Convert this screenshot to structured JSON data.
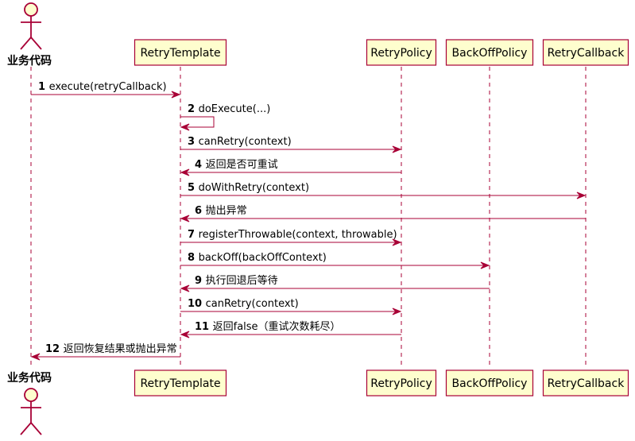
{
  "diagram": {
    "type": "sequence",
    "participants": [
      {
        "id": "biz",
        "label": "业务代码",
        "kind": "actor"
      },
      {
        "id": "template",
        "label": "RetryTemplate",
        "kind": "participant"
      },
      {
        "id": "policy",
        "label": "RetryPolicy",
        "kind": "participant"
      },
      {
        "id": "backoff",
        "label": "BackOffPolicy",
        "kind": "participant"
      },
      {
        "id": "callback",
        "label": "RetryCallback",
        "kind": "participant"
      }
    ],
    "messages": [
      {
        "num": "1",
        "text": "execute(retryCallback)",
        "from": "biz",
        "to": "template"
      },
      {
        "num": "2",
        "text": "doExecute(...)",
        "from": "template",
        "to": "template"
      },
      {
        "num": "3",
        "text": "canRetry(context)",
        "from": "template",
        "to": "policy"
      },
      {
        "num": "4",
        "text": "返回是否可重试",
        "from": "policy",
        "to": "template"
      },
      {
        "num": "5",
        "text": "doWithRetry(context)",
        "from": "template",
        "to": "callback"
      },
      {
        "num": "6",
        "text": "抛出异常",
        "from": "callback",
        "to": "template"
      },
      {
        "num": "7",
        "text": "registerThrowable(context, throwable)",
        "from": "template",
        "to": "policy"
      },
      {
        "num": "8",
        "text": "backOff(backOffContext)",
        "from": "template",
        "to": "backoff"
      },
      {
        "num": "9",
        "text": "执行回退后等待",
        "from": "backoff",
        "to": "template"
      },
      {
        "num": "10",
        "text": "canRetry(context)",
        "from": "template",
        "to": "policy"
      },
      {
        "num": "11",
        "text": "返回false（重试次数耗尽）",
        "from": "policy",
        "to": "template"
      },
      {
        "num": "12",
        "text": "返回恢复结果或抛出异常",
        "from": "template",
        "to": "biz"
      }
    ]
  },
  "colors": {
    "line": "#a80036",
    "box_fill": "#fefece",
    "text": "#000000"
  }
}
